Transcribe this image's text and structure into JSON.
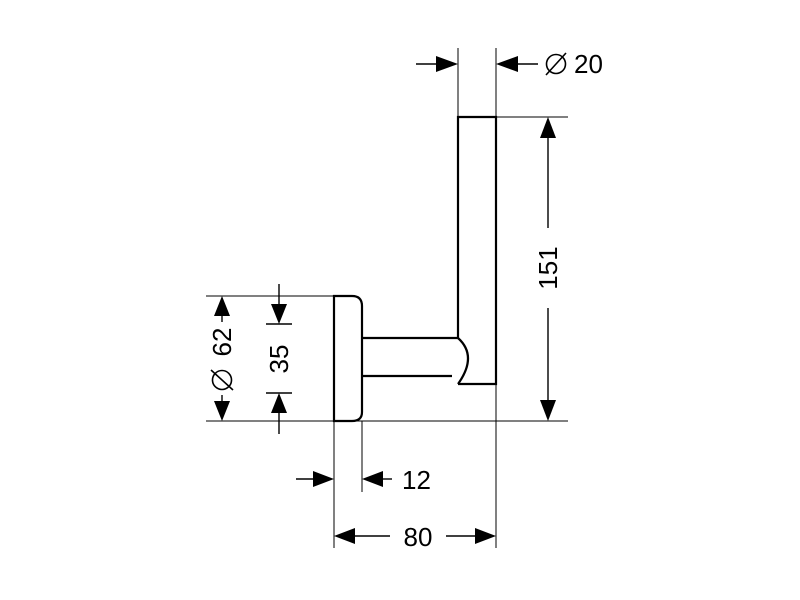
{
  "dimensions": {
    "rod_diameter": {
      "symbol": "⌀",
      "value": "20"
    },
    "rod_height": {
      "value": "151"
    },
    "plate_diameter": {
      "symbol": "⌀",
      "value": "62"
    },
    "plate_inner_height": {
      "value": "35"
    },
    "plate_thickness": {
      "value": "12"
    },
    "total_depth": {
      "value": "80"
    }
  }
}
